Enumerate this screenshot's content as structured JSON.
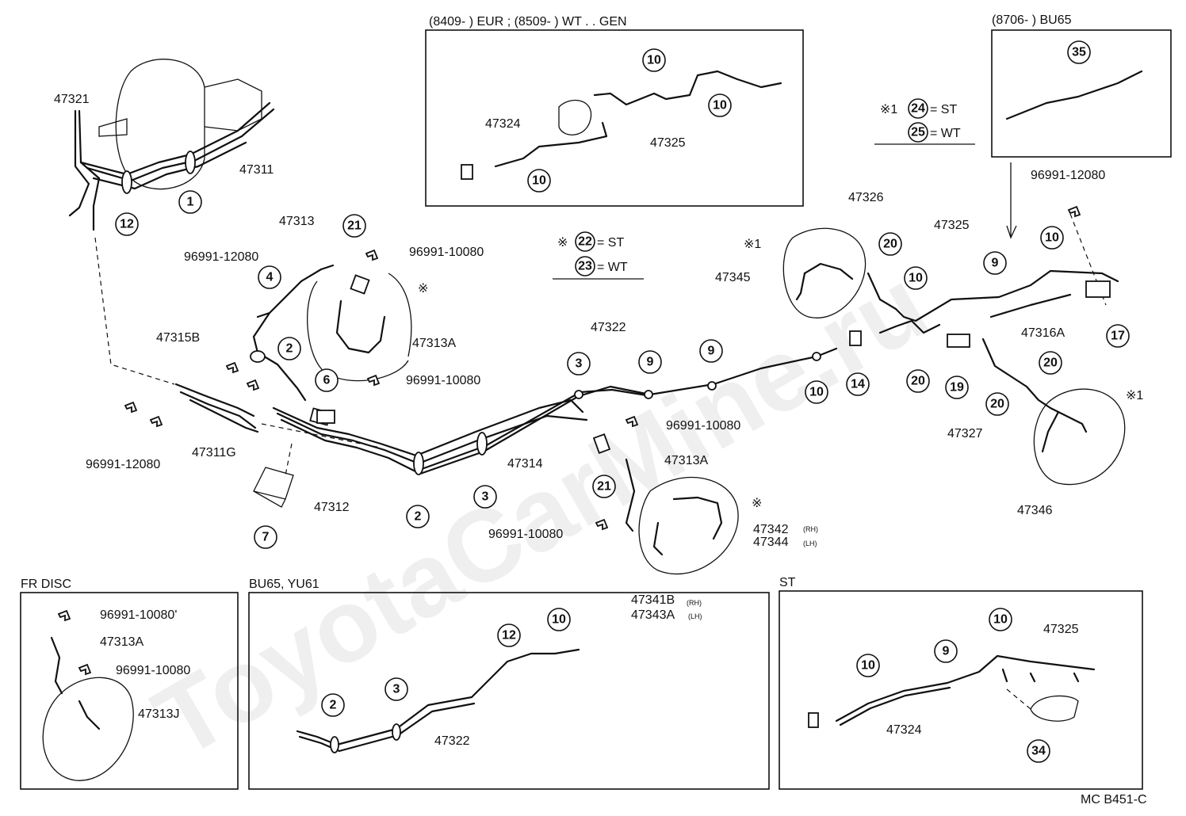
{
  "diagram": {
    "watermark": "ToyotaCarMine.ru",
    "drawing_code": "MC B451-C"
  },
  "insets": {
    "eur": {
      "header": "(8409-        ) EUR ; (8509-        ) WT . . GEN"
    },
    "bu65_top": {
      "header": "(8706-         ) BU65"
    },
    "fr_disc": {
      "header": "FR DISC"
    },
    "bu65_yu61": {
      "header": "BU65, YU61"
    },
    "st": {
      "header": "ST"
    }
  },
  "notes": {
    "note1_line1": "※1",
    "note1_a": "24",
    "note1_a_text": "= ST",
    "note1_b": "25",
    "note1_b_text": "= WT",
    "note2_prefix": "※",
    "note2_a": "22",
    "note2_a_text": "= ST",
    "note2_b": "23",
    "note2_b_text": "= WT"
  },
  "part_labels": [
    "47321",
    "47311",
    "47313",
    "96991-10080",
    "96991-12080",
    "47315B",
    "47311G",
    "96991-12080",
    "47312",
    "47313A",
    "96991-10080",
    "47322",
    "47314",
    "96991-10080",
    "47313A",
    "96991-10080",
    "47342",
    "(RH)",
    "47344",
    "(LH)",
    "47341B",
    "(RH)",
    "47343A",
    "(LH)",
    "47326",
    "47325",
    "47345",
    "47316A",
    "96991-12080",
    "47327",
    "47346",
    "47324",
    "47325",
    "47322",
    "96991-10080'",
    "47313A",
    "96991-10080",
    "47313J",
    "47325",
    "47324"
  ],
  "callouts": [
    "1",
    "12",
    "4",
    "2",
    "21",
    "6",
    "7",
    "3",
    "9",
    "9",
    "2",
    "3",
    "21",
    "10",
    "14",
    "20",
    "10",
    "9",
    "10",
    "20",
    "19",
    "20",
    "20",
    "17",
    "10",
    "10",
    "10",
    "35",
    "12",
    "10",
    "3",
    "2",
    "10",
    "9",
    "10",
    "34"
  ],
  "markers": {
    "asterisk": "※",
    "ref1": "※1"
  }
}
